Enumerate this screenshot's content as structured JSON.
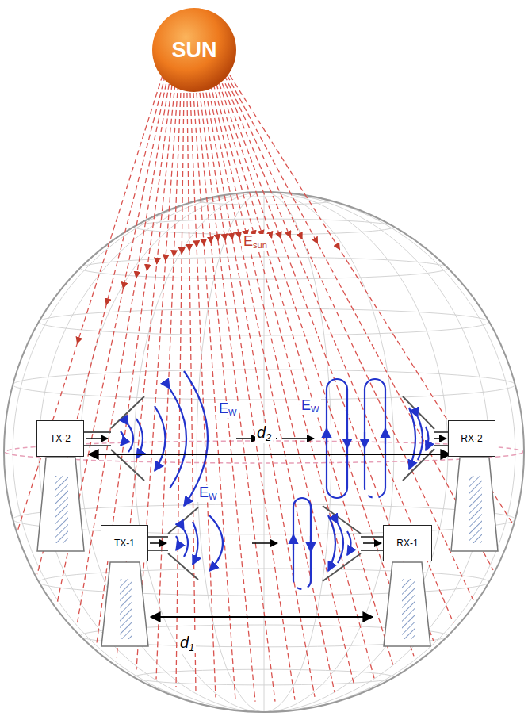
{
  "diagram": {
    "nodes": [
      {
        "text": [
          "SUN"
        ]
      },
      {
        "text": [
          "TX-2"
        ]
      },
      {
        "text": [
          "RX-2"
        ]
      },
      {
        "text": [
          "TX-1"
        ]
      },
      {
        "text": [
          "RX-1"
        ]
      }
    ],
    "labels": [
      "Esun",
      "EW",
      "EW",
      "d2",
      "EW",
      "d1"
    ]
  }
}
